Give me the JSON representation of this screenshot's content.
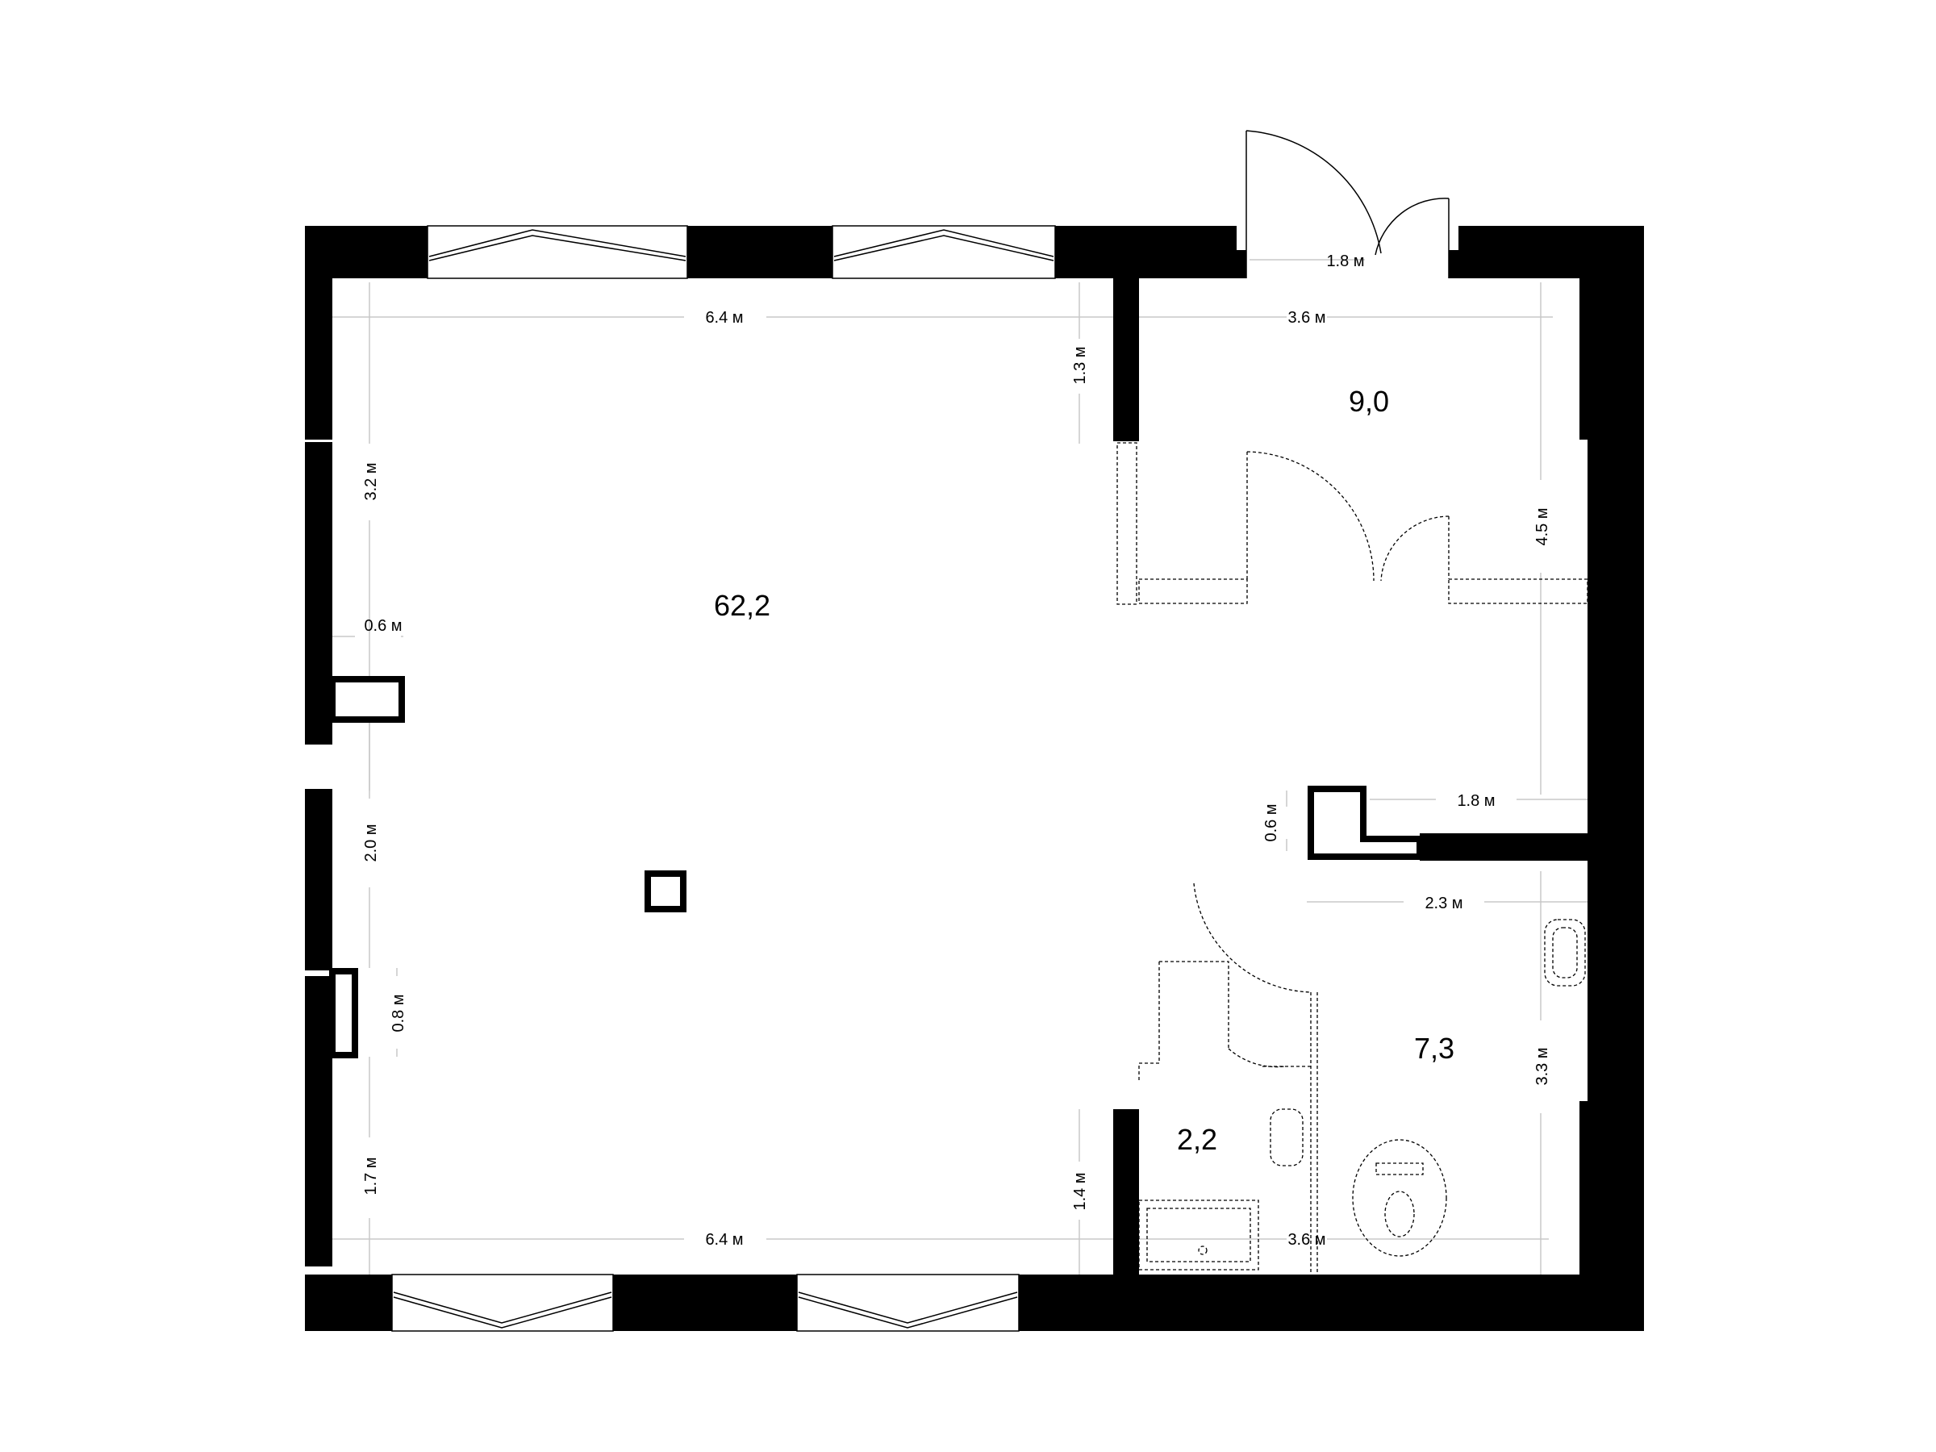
{
  "plan": {
    "rooms": [
      {
        "id": "main-room",
        "area": "62,2"
      },
      {
        "id": "hall",
        "area": "9,0"
      },
      {
        "id": "bathroom",
        "area": "7,3"
      },
      {
        "id": "wc",
        "area": "2,2"
      }
    ],
    "dimensions": {
      "top_left_width": "6.4 м",
      "bottom_left_width": "6.4 м",
      "entrance_door": "1.8 м",
      "top_right_width": "3.6 м",
      "bottom_right_width": "3.6 м",
      "partition_top": "1.3 м",
      "partition_bottom": "1.4 м",
      "left_wall_1": "3.2 м",
      "left_wall_2": "2.0 м",
      "left_wall_3": "1.7 м",
      "column_depth_left": "0.6 м",
      "column_height_left": "0.8 м",
      "hall_height": "4.5 м",
      "bath_height": "3.3 м",
      "niche_width": "1.8 м",
      "niche_depth": "0.6 м",
      "bath_width": "2.3 м"
    }
  }
}
